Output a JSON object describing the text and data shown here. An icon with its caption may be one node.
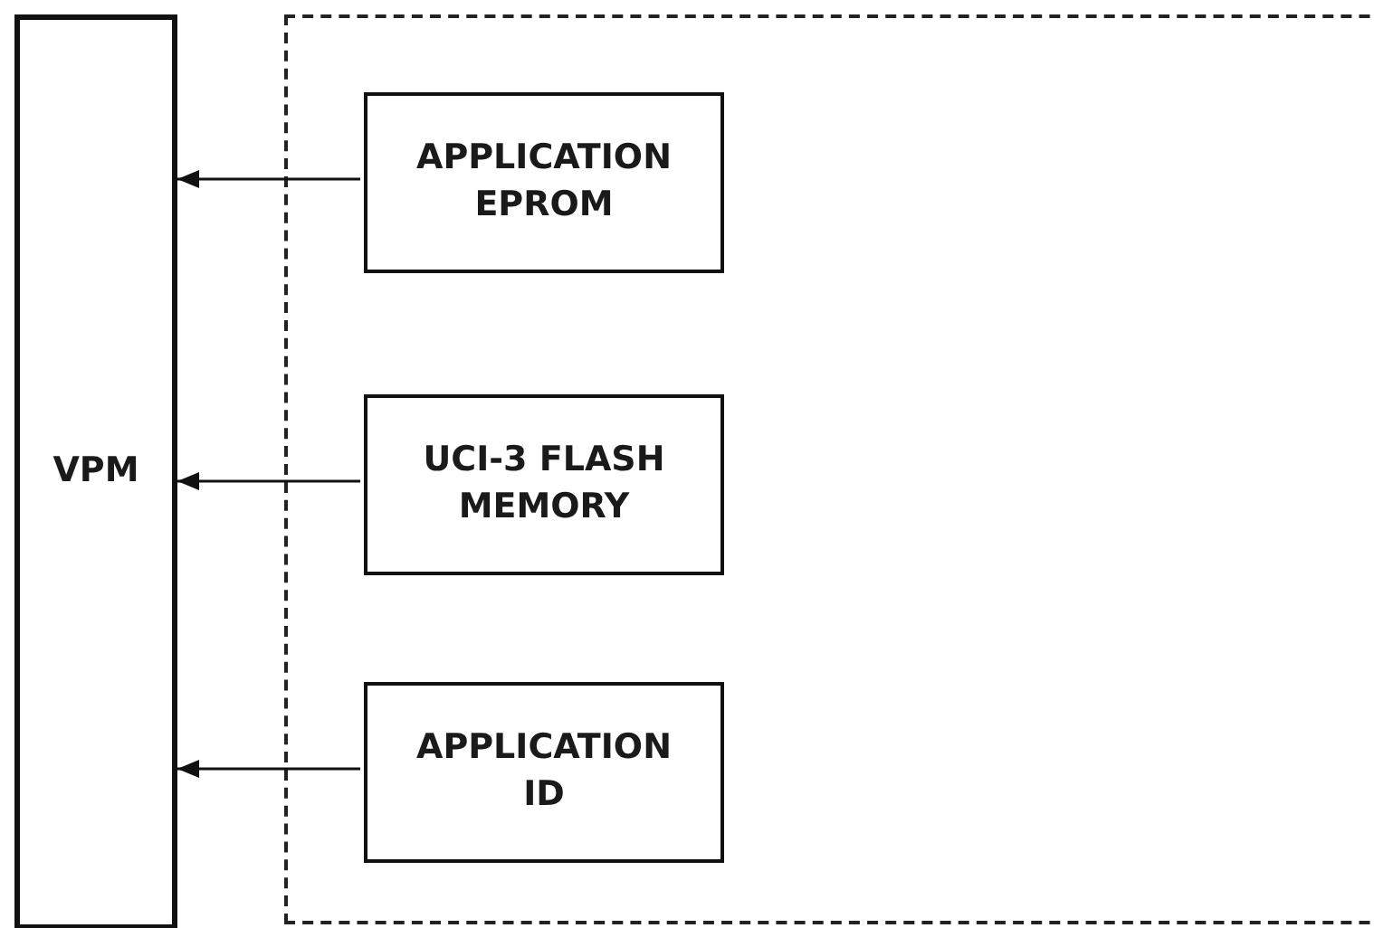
{
  "diagram": {
    "nodes": [
      {
        "text": [
          "VPM"
        ]
      },
      {
        "text": [],
        "shape": "box"
      },
      {
        "text": [
          "APPLICATION EPROM"
        ],
        "in": 1
      },
      {
        "text": [
          "UCI-3 FLASH MEMORY"
        ],
        "in": 1
      },
      {
        "text": [
          "APPLICATION ID"
        ],
        "in": 1
      }
    ],
    "edges": [
      {
        "from": 2,
        "to": 0,
        "arrow": "to"
      },
      {
        "from": 3,
        "to": 0,
        "arrow": "to"
      },
      {
        "from": 4,
        "to": 0,
        "arrow": "to"
      }
    ]
  }
}
